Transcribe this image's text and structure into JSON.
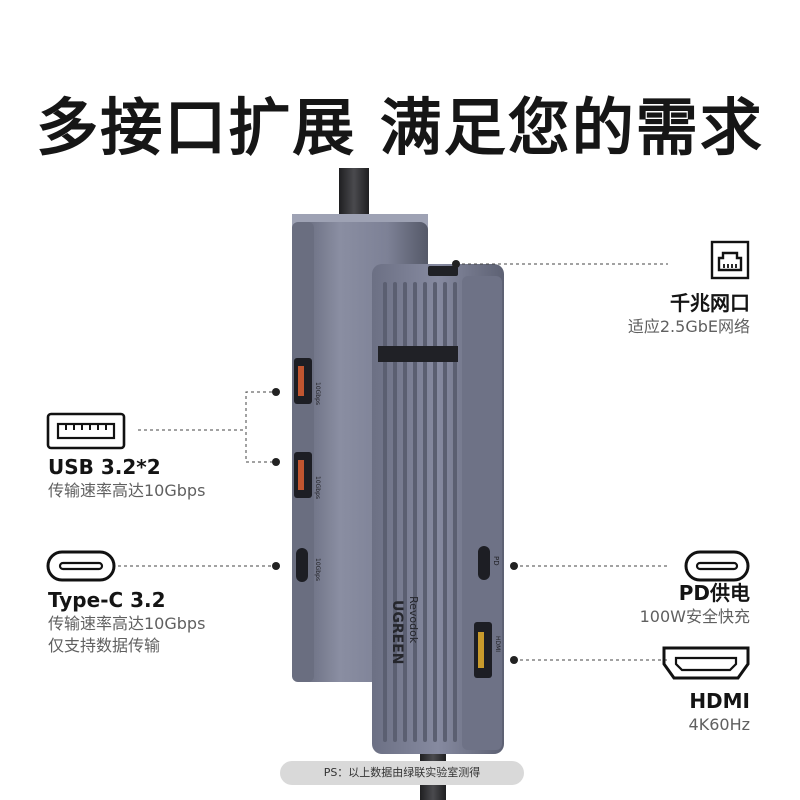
{
  "headline": "多接口扩展 满足您的需求",
  "device": {
    "brand": "UGREEN",
    "model": "Revodok",
    "port_speed_marks": [
      "10Gbps",
      "10Gbps",
      "10Gbps"
    ],
    "pd_mark": "PD",
    "hdmi_mark": "HDMI"
  },
  "features": {
    "ethernet": {
      "title": "千兆网口",
      "desc": "适应2.5GbE网络",
      "icon": "ethernet-port-icon"
    },
    "usb": {
      "title": "USB 3.2*2",
      "desc": "传输速率高达10Gbps",
      "icon": "usb-a-port-icon"
    },
    "typec": {
      "title": "Type-C 3.2",
      "desc1": "传输速率高达10Gbps",
      "desc2": "仅支持数据传输",
      "icon": "usb-c-port-icon"
    },
    "pd": {
      "title": "PD供电",
      "desc": "100W安全快充",
      "icon": "usb-c-port-icon"
    },
    "hdmi": {
      "title": "HDMI",
      "desc": "4K60Hz",
      "icon": "hdmi-port-icon"
    }
  },
  "footnote": "PS：以上数据由绿联实验室测得",
  "colors": {
    "background": "#ffffff",
    "device_body": "#7d8196",
    "device_dark": "#4d5161",
    "cable": "#2b2b2d",
    "footnote_bg": "#d9d9d9"
  }
}
